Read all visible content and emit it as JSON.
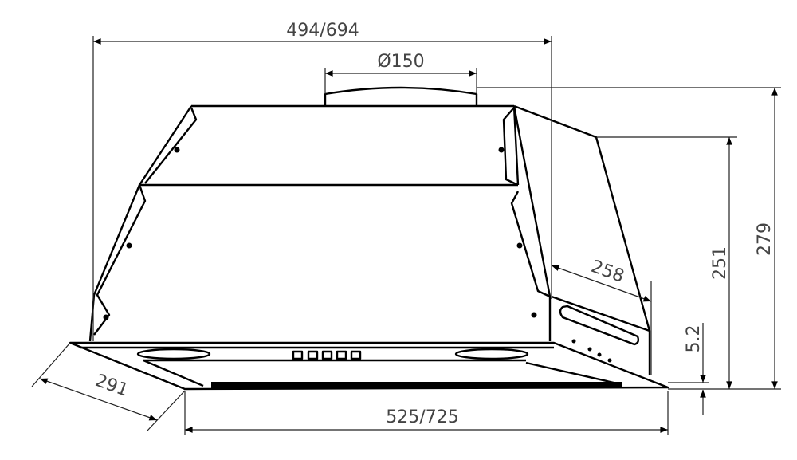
{
  "dimensions": {
    "overall_width": "494/694",
    "duct_diameter": "Ø150",
    "total_height": "279",
    "body_height": "251",
    "depth_side": "258",
    "plate_thickness": "5.2",
    "front_depth": "291",
    "plate_width": "525/725"
  },
  "colors": {
    "line": "#000000",
    "dimension_text": "#444444"
  }
}
